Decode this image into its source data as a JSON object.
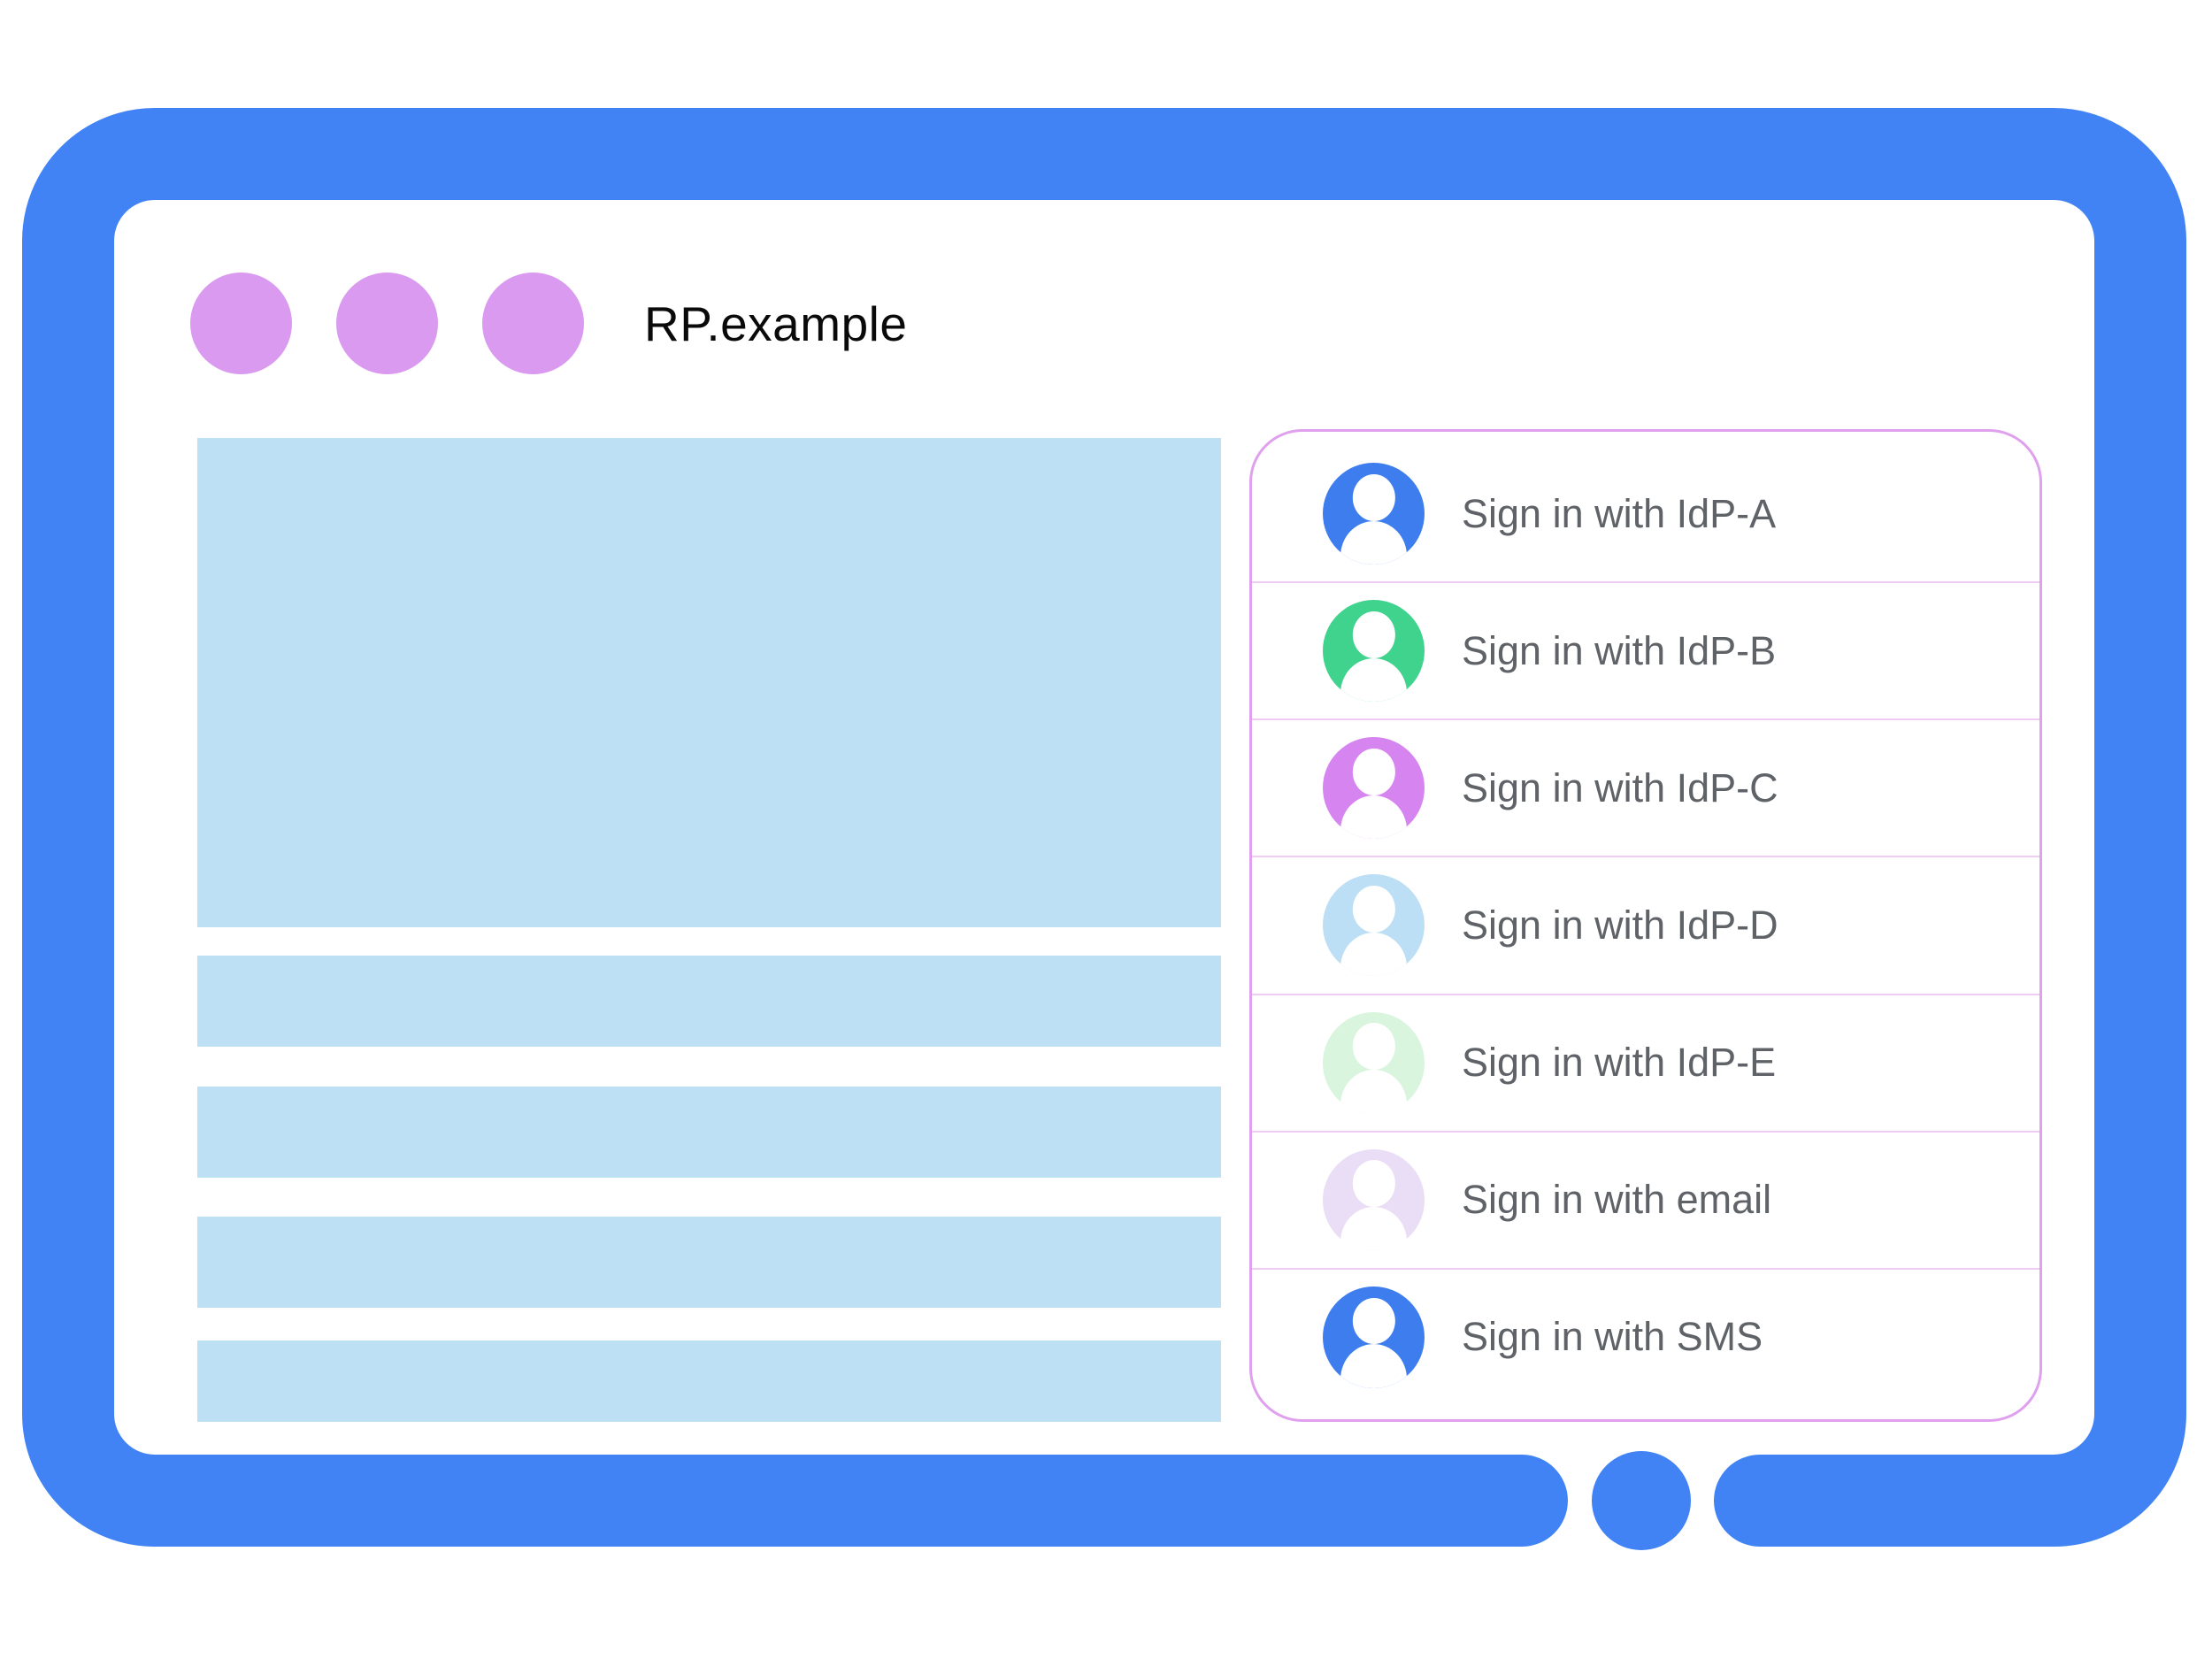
{
  "colors": {
    "frame_blue": "#4183F5",
    "window_dot_purple": "#D99AEF",
    "placeholder_blue": "#BDE0F4",
    "panel_border_purple": "#DFA0EE",
    "panel_divider_pink": "#F0CBF4",
    "option_label_gray": "#5F6368",
    "title_black": "#0A0A0A"
  },
  "window": {
    "title": "RP.example",
    "dot_count": 3
  },
  "signin_panel": {
    "options": [
      {
        "id": "idp-a",
        "label": "Sign in with IdP-A",
        "avatar_color": "#3D7DEE"
      },
      {
        "id": "idp-b",
        "label": "Sign in with IdP-B",
        "avatar_color": "#3FD38E"
      },
      {
        "id": "idp-c",
        "label": "Sign in with IdP-C",
        "avatar_color": "#D685F0"
      },
      {
        "id": "idp-d",
        "label": "Sign in with IdP-D",
        "avatar_color": "#BDDFF5"
      },
      {
        "id": "idp-e",
        "label": "Sign in with IdP-E",
        "avatar_color": "#D9F5DE"
      },
      {
        "id": "email",
        "label": "Sign in with email",
        "avatar_color": "#EADDF6"
      },
      {
        "id": "sms",
        "label": "Sign in with SMS",
        "avatar_color": "#3D7DEE"
      }
    ]
  }
}
